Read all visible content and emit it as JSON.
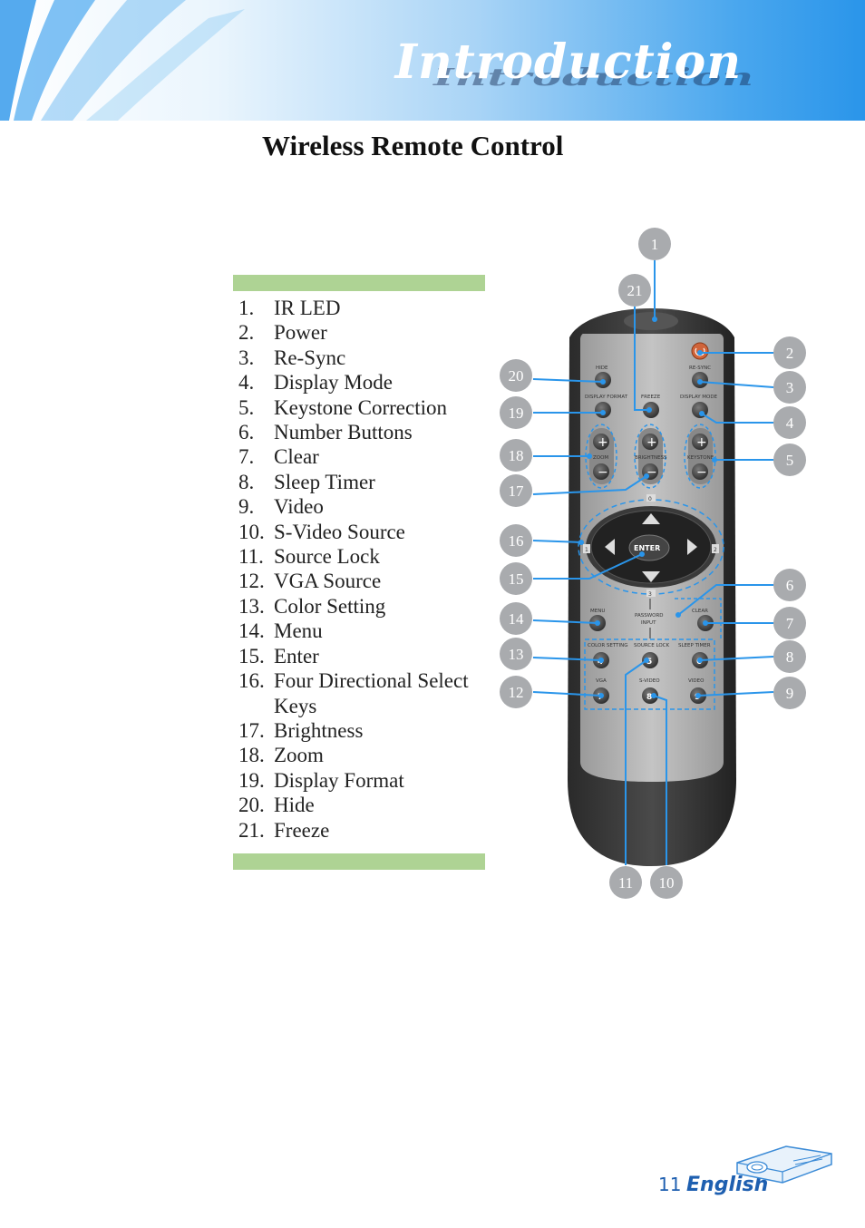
{
  "header": {
    "title": "Introduction"
  },
  "page_title": "Wireless Remote Control",
  "list": [
    {
      "num": "1.",
      "label": "IR LED"
    },
    {
      "num": "2.",
      "label": "Power"
    },
    {
      "num": "3.",
      "label": "Re-Sync"
    },
    {
      "num": "4.",
      "label": "Display Mode"
    },
    {
      "num": "5.",
      "label": "Keystone Correction"
    },
    {
      "num": "6.",
      "label": "Number Buttons"
    },
    {
      "num": "7.",
      "label": "Clear"
    },
    {
      "num": "8.",
      "label": "Sleep Timer"
    },
    {
      "num": "9.",
      "label": "Video"
    },
    {
      "num": "10.",
      "label": "S-Video Source"
    },
    {
      "num": "11.",
      "label": "Source Lock"
    },
    {
      "num": "12.",
      "label": "VGA Source"
    },
    {
      "num": "13.",
      "label": "Color Setting"
    },
    {
      "num": "14.",
      "label": "Menu"
    },
    {
      "num": "15.",
      "label": "Enter"
    },
    {
      "num": "16.",
      "label": "Four Directional Select Keys"
    },
    {
      "num": "17.",
      "label": "Brightness"
    },
    {
      "num": "18.",
      "label": "Zoom"
    },
    {
      "num": "19.",
      "label": "Display Format"
    },
    {
      "num": "20.",
      "label": "Hide"
    },
    {
      "num": "21.",
      "label": "Freeze"
    }
  ],
  "remote_labels": {
    "hide": "HIDE",
    "resync": "RE-SYNC",
    "display_format": "DISPLAY FORMAT",
    "freeze": "FREEZE",
    "display_mode": "DISPLAY MODE",
    "zoom": "ZOOM",
    "brightness": "BRIGHTNESS",
    "keystone": "KEYSTONE",
    "enter": "ENTER",
    "menu": "MENU",
    "password_input": "PASSWORD",
    "input": "INPUT",
    "clear": "CLEAR",
    "color_setting": "COLOR SETTING",
    "source_lock": "SOURCE LOCK",
    "sleep_timer": "SLEEP TIMER",
    "vga": "VGA",
    "svideo": "S-VIDEO",
    "video": "VIDEO",
    "n0": "0",
    "n1": "1",
    "n2": "2",
    "n3": "3",
    "n4": "4",
    "n5": "5",
    "n6": "6",
    "n7": "7",
    "n8": "8",
    "n9": "9",
    "plus": "+",
    "minus": "−"
  },
  "callouts": {
    "c1": "1",
    "c2": "2",
    "c3": "3",
    "c4": "4",
    "c5": "5",
    "c6": "6",
    "c7": "7",
    "c8": "8",
    "c9": "9",
    "c10": "10",
    "c11": "11",
    "c12": "12",
    "c13": "13",
    "c14": "14",
    "c15": "15",
    "c16": "16",
    "c17": "17",
    "c18": "18",
    "c19": "19",
    "c20": "20",
    "c21": "21"
  },
  "colors": {
    "accent_blue": "#2a95ea",
    "callout_grey": "#a9abae",
    "green_bar": "#aed394",
    "footer_blue": "#1e5fb0"
  },
  "footer": {
    "page_number": "11",
    "language": "English"
  }
}
